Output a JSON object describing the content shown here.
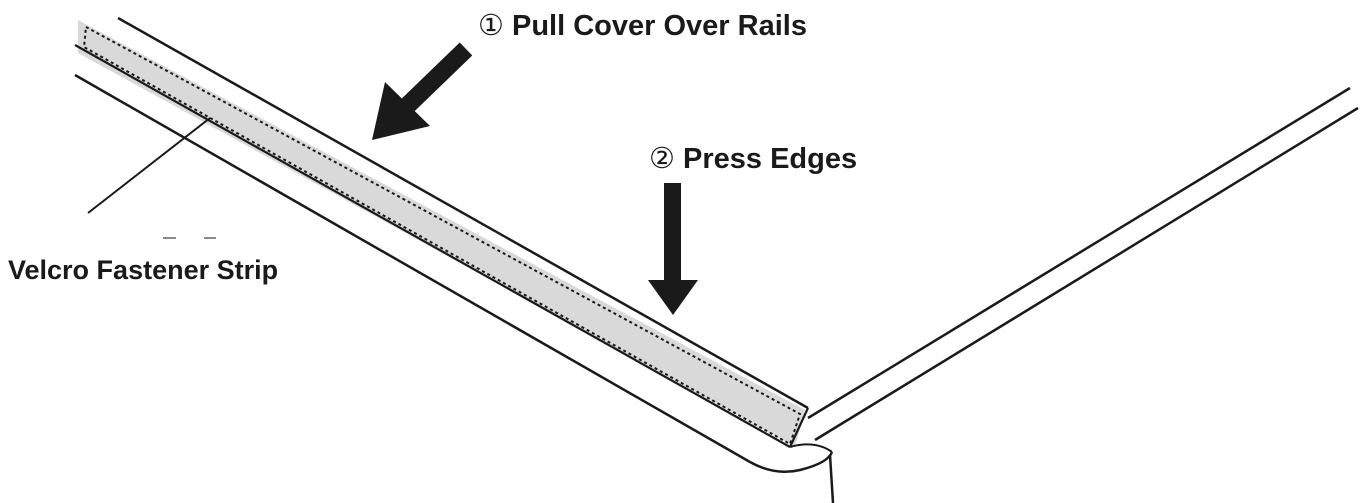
{
  "diagram": {
    "steps": [
      {
        "number": "①",
        "text": "Pull Cover Over Rails"
      },
      {
        "number": "②",
        "text": "Press Edges"
      }
    ],
    "labels": {
      "velcro_strip": "Velcro Fastener Strip"
    },
    "colors": {
      "line": "#1a1a1a",
      "strip_fill": "#d9d9d9",
      "background": "#ffffff"
    },
    "icons": [
      "arrow-down-left-icon",
      "arrow-down-icon"
    ]
  }
}
